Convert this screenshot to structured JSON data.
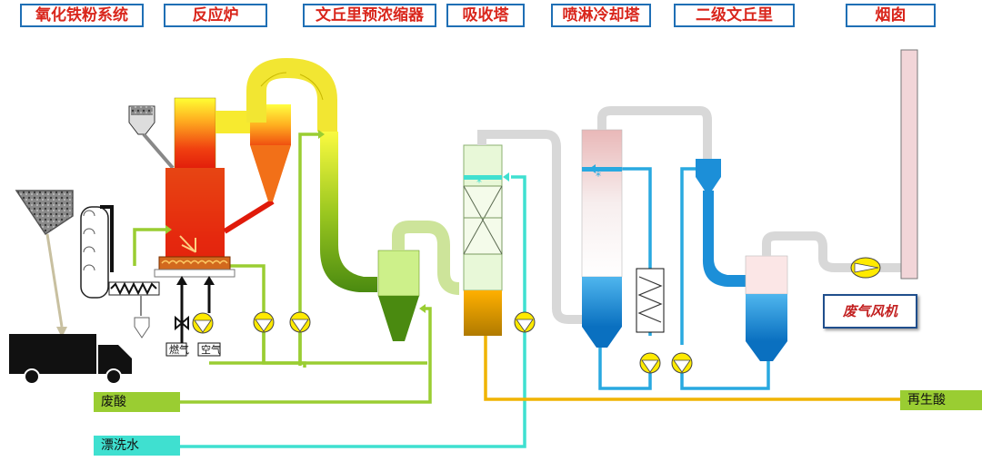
{
  "headers": {
    "iron_oxide": "氧化铁粉系统",
    "reactor": "反应炉",
    "venturi_preconcentrator": "文丘里预浓缩器",
    "absorption_tower": "吸收塔",
    "spray_cooling_tower": "喷淋冷却塔",
    "secondary_venturi": "二级文丘里",
    "chimney": "烟囱"
  },
  "streams": {
    "waste_acid": "废酸",
    "rinse_water": "漂洗水",
    "regenerated_acid": "再生酸"
  },
  "labels": {
    "fuel_gas": "燃气",
    "air": "空气",
    "exhaust_fan": "废气风机"
  },
  "colors": {
    "header_border": "#1f6fb5",
    "header_text": "#d9261c",
    "waste_acid_line": "#9acd32",
    "rinse_water_line": "#40e0d0",
    "regenerated_acid_line": "#f0b400",
    "cooling_line": "#29a9e0"
  }
}
